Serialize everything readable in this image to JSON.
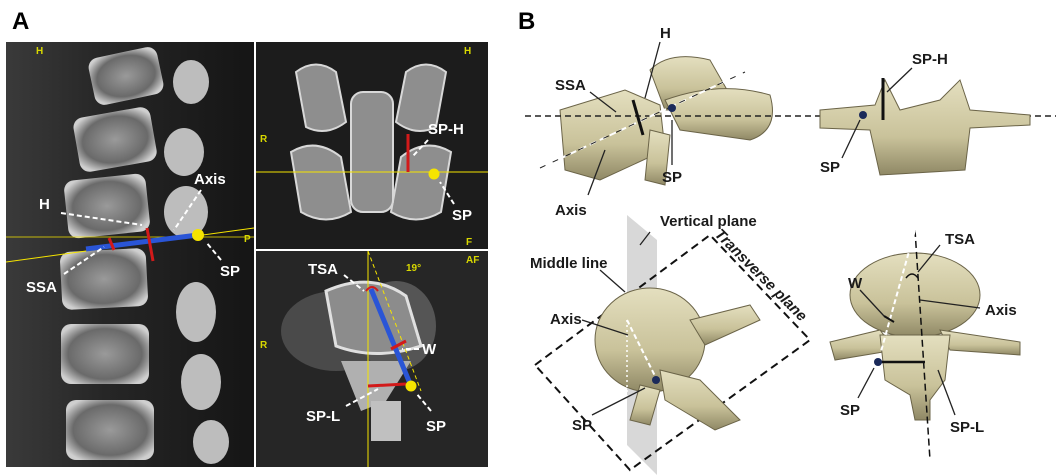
{
  "panels": {
    "a_letter": "A",
    "b_letter": "B"
  },
  "sagittal": {
    "corner_top": "H",
    "corner_right": "P",
    "label_h": "H",
    "label_axis": "Axis",
    "label_ssa": "SSA",
    "label_sp": "SP"
  },
  "coronal": {
    "corner_top": "H",
    "corner_left": "R",
    "corner_bottom": "F",
    "label_sph": "SP-H",
    "label_sp": "SP"
  },
  "axial": {
    "corner_top": "AF",
    "corner_left": "R",
    "angle": "19°",
    "label_tsa": "TSA",
    "label_w": "W",
    "label_spl": "SP-L",
    "label_sp": "SP"
  },
  "model_lateral": {
    "label_h": "H",
    "label_ssa": "SSA",
    "label_sp": "SP",
    "label_axis": "Axis"
  },
  "model_posterior": {
    "label_sph": "SP-H",
    "label_sp": "SP"
  },
  "model_oblique": {
    "label_vertical": "Vertical plane",
    "label_middle": "Middle line",
    "label_transverse": "Transverse plane",
    "label_axis": "Axis",
    "label_sp": "SP"
  },
  "model_top": {
    "label_tsa": "TSA",
    "label_w": "W",
    "label_axis": "Axis",
    "label_sp": "SP",
    "label_spl": "SP-L"
  },
  "colors": {
    "marker_yellow": "#f5e400",
    "axis_blue": "#2a55d6",
    "measure_red": "#d21a1a",
    "bone_model": "#c9c29a"
  }
}
